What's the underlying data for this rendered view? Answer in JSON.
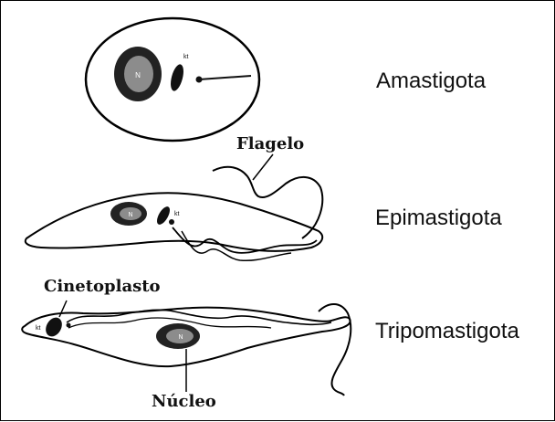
{
  "stages": {
    "amastigota": "Amastigota",
    "epimastigota": "Epimastigota",
    "tripomastigota": "Tripomastigota"
  },
  "callouts": {
    "flagelo": "Flagelo",
    "cinetoplasto": "Cinetoplasto",
    "nucleo": "Núcleo"
  },
  "organelle_letters": {
    "nucleus": "N",
    "kinetoplast": "kt"
  }
}
